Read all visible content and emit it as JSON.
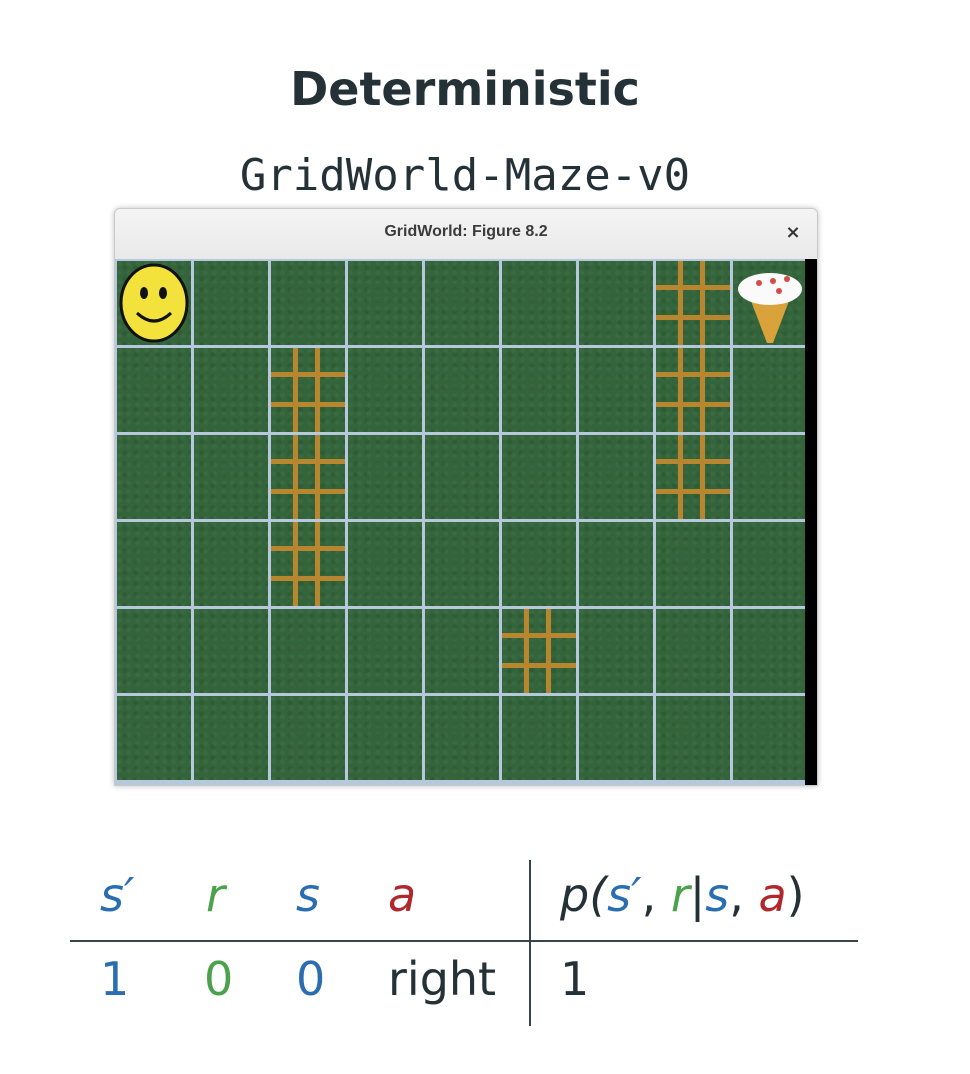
{
  "heading": "Deterministic",
  "env_name": "GridWorld-Maze-v0",
  "window": {
    "title": "GridWorld: Figure 8.2",
    "close_label": "×"
  },
  "grid": {
    "cols": 9,
    "rows": 6,
    "agent": {
      "row": 0,
      "col": 0,
      "icon": "smiley-face-icon"
    },
    "goal": {
      "row": 0,
      "col": 8,
      "icon": "ice-cream-icon"
    },
    "walls": [
      [
        0,
        7
      ],
      [
        1,
        2
      ],
      [
        1,
        7
      ],
      [
        2,
        2
      ],
      [
        2,
        7
      ],
      [
        3,
        2
      ],
      [
        4,
        5
      ]
    ],
    "colors": {
      "cell": "#33643a",
      "grid_line": "#b6c8dc",
      "wall": "#b8862e",
      "agent": "#f4e23c",
      "goal_cone": "#d9a23a"
    }
  },
  "table": {
    "headers": {
      "s_prime": "s′",
      "r": "r",
      "s": "s",
      "a": "a"
    },
    "prob_header": {
      "p": "p(",
      "s_prime": "s′",
      "comma1": ", ",
      "r": "r",
      "bar": "|",
      "s": "s",
      "comma2": ", ",
      "a": "a",
      "close": ")"
    },
    "row": {
      "s_prime": "1",
      "r": "0",
      "s": "0",
      "a": "right",
      "p": "1"
    },
    "colors": {
      "s": "#2a6db0",
      "r": "#4ca24c",
      "a": "#b0282e"
    }
  }
}
